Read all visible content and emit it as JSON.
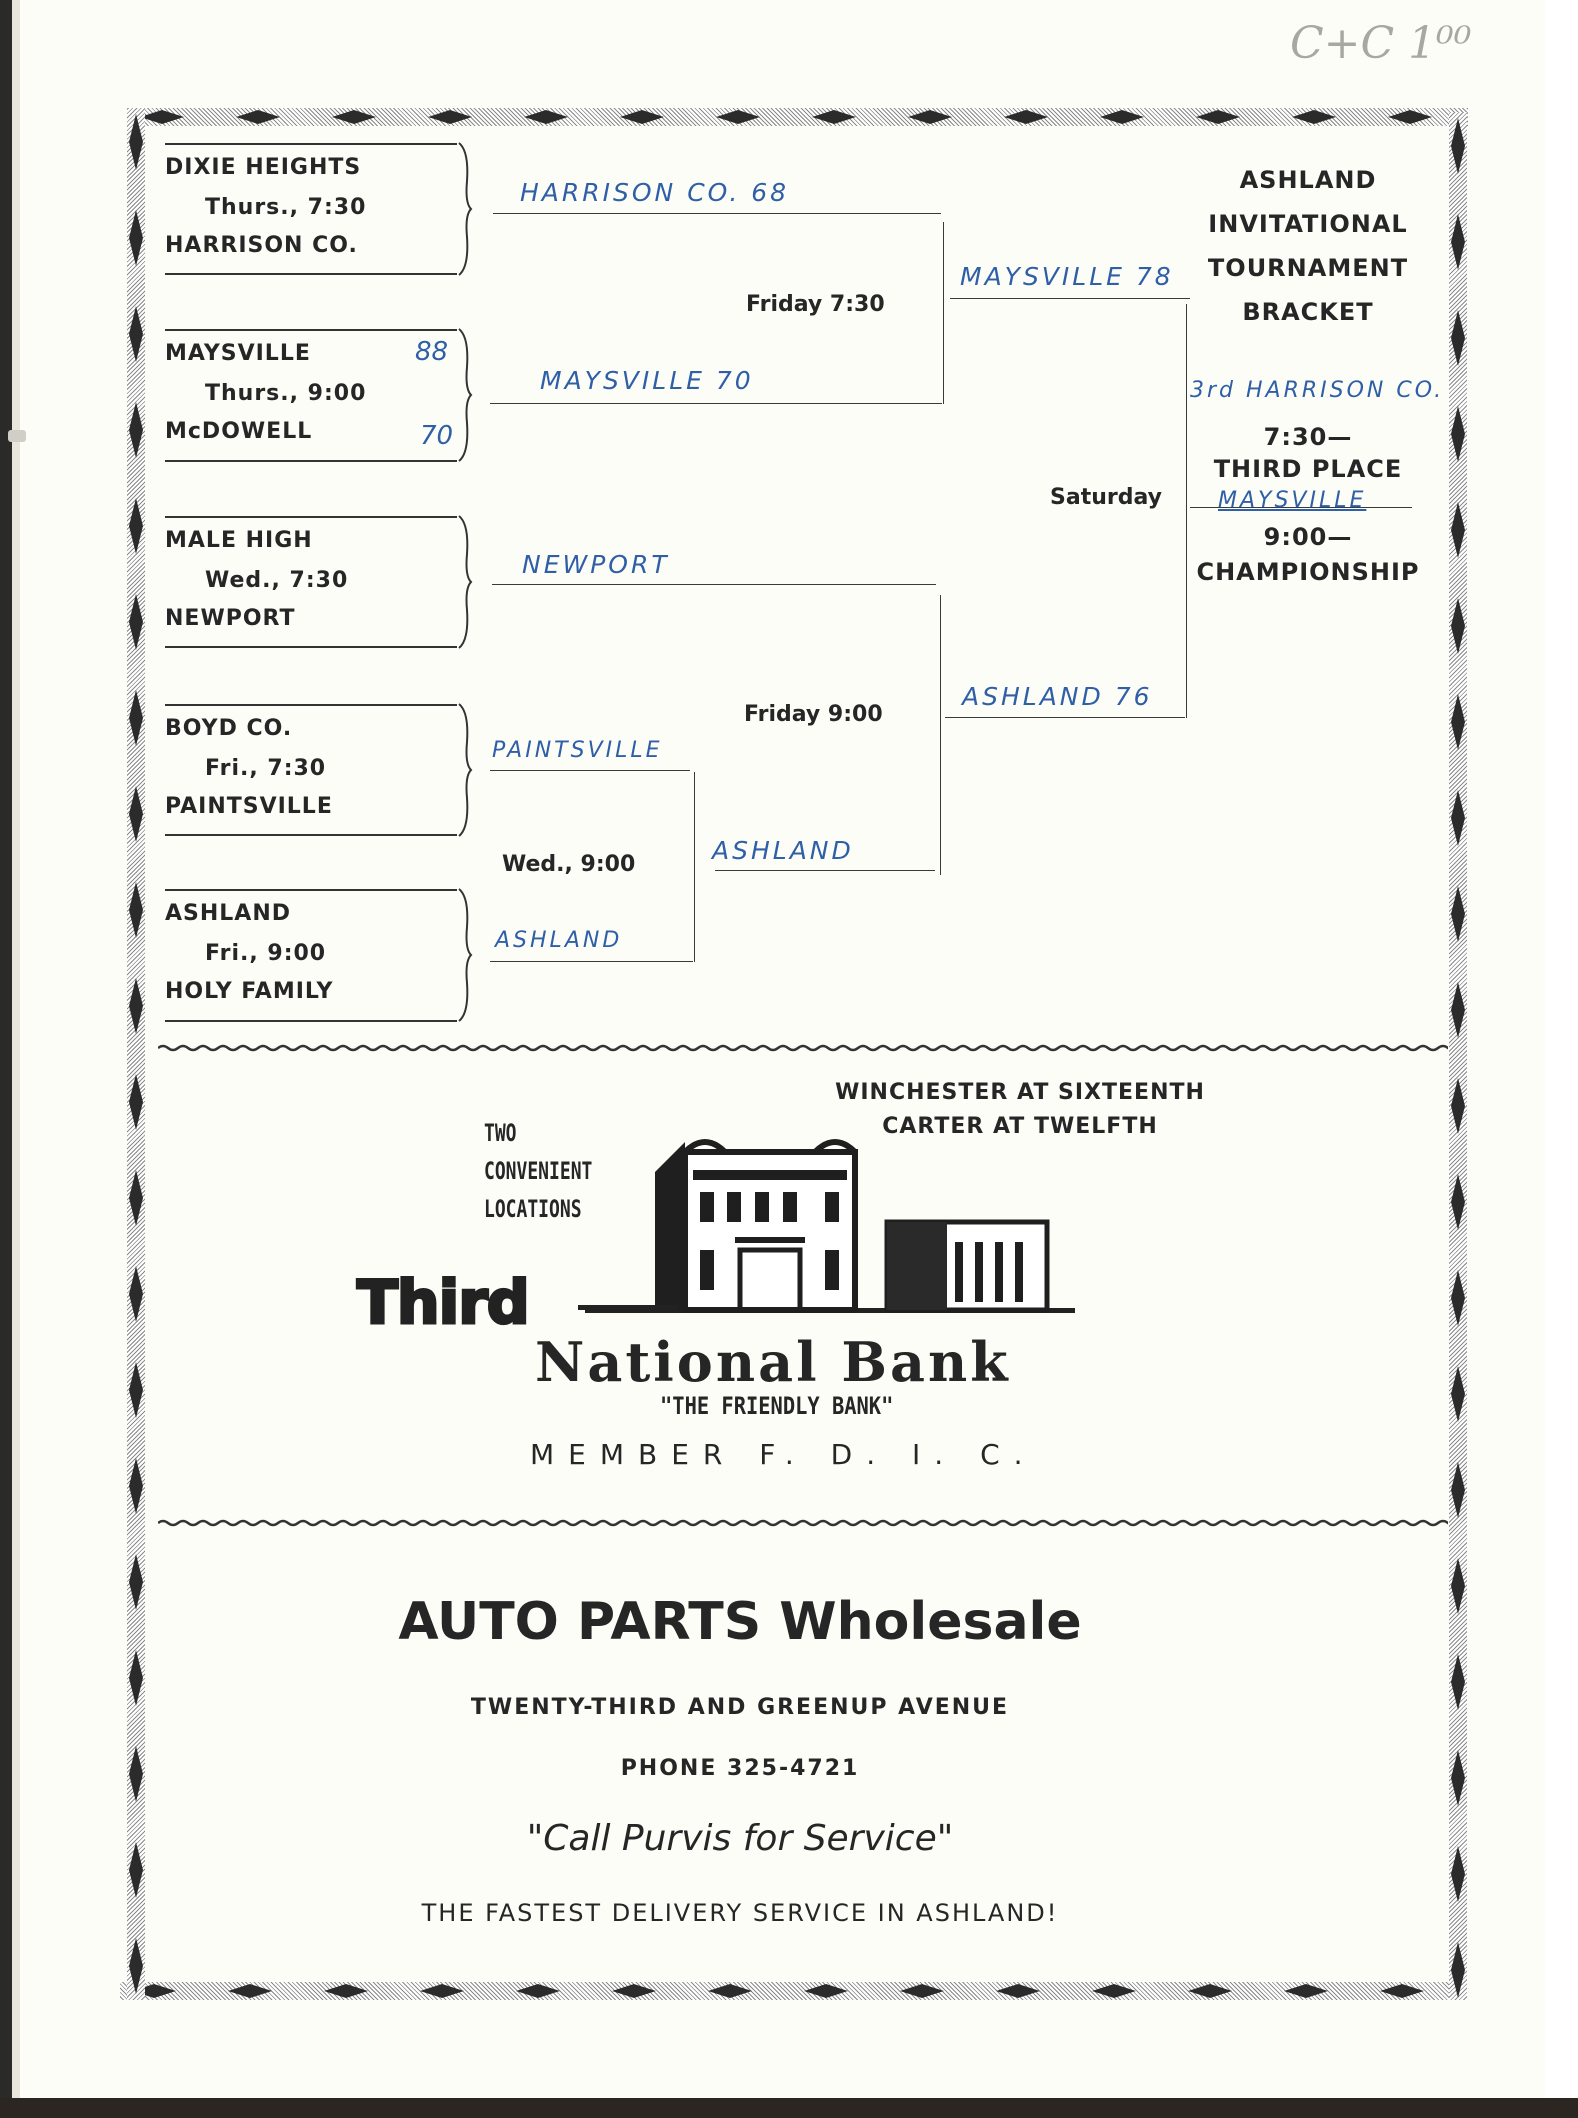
{
  "pencil_note": "C+C 1⁰⁰",
  "bracket": {
    "title_lines": [
      "ASHLAND",
      "INVITATIONAL",
      "TOURNAMENT",
      "BRACKET"
    ],
    "first_round": [
      {
        "team1": "DIXIE HEIGHTS",
        "time": "Thurs., 7:30",
        "team2": "HARRISON CO.",
        "score1": "",
        "score2": ""
      },
      {
        "team1": "MAYSVILLE",
        "time": "Thurs., 9:00",
        "team2": "McDOWELL",
        "score1": "88",
        "score2": "70"
      },
      {
        "team1": "MALE HIGH",
        "time": "Wed., 7:30",
        "team2": "NEWPORT",
        "score1": "",
        "score2": ""
      },
      {
        "team1": "BOYD CO.",
        "time": "Fri., 7:30",
        "team2": "PAINTSVILLE",
        "score1": "",
        "score2": ""
      },
      {
        "team1": "ASHLAND",
        "time": "Fri., 9:00",
        "team2": "HOLY FAMILY",
        "score1": "",
        "score2": ""
      }
    ],
    "play_in": {
      "time": "Wed., 9:00",
      "winner_top": "PAINTSVILLE",
      "winner_bottom": "ASHLAND",
      "advance": "ASHLAND"
    },
    "second_round": [
      {
        "time": "Friday 7:30",
        "winner_top": "HARRISON CO. 68",
        "winner_bottom": "MAYSVILLE 70",
        "advance": "MAYSVILLE 78"
      },
      {
        "time": "Friday 9:00",
        "winner_top": "NEWPORT",
        "advance": "ASHLAND 76"
      }
    ],
    "final": {
      "day": "Saturday",
      "third_place_hand": "3rd HARRISON CO.",
      "third_place_time": "7:30—",
      "third_place_label": "THIRD PLACE",
      "champion_hand": "MAYSVILLE",
      "championship_time": "9:00—",
      "championship_label": "CHAMPIONSHIP"
    }
  },
  "bank_ad": {
    "locations_intro": [
      "TWO",
      "CONVENIENT",
      "LOCATIONS"
    ],
    "addresses": [
      "WINCHESTER AT SIXTEENTH",
      "CARTER AT TWELFTH"
    ],
    "name_first": "Third",
    "name_rest": "National Bank",
    "slogan": "\"THE FRIENDLY BANK\"",
    "member": "MEMBER F. D. I. C."
  },
  "auto_ad": {
    "title": "AUTO PARTS Wholesale",
    "address": "TWENTY-THIRD AND GREENUP AVENUE",
    "phone": "PHONE 325-4721",
    "slogan": "\"Call Purvis for Service\"",
    "tagline": "THE FASTEST DELIVERY SERVICE IN ASHLAND!"
  },
  "colors": {
    "ink": "#262626",
    "handwriting": "#2f5fa6",
    "paper": "#fdfdf8",
    "pencil": "#a8a8a2"
  }
}
